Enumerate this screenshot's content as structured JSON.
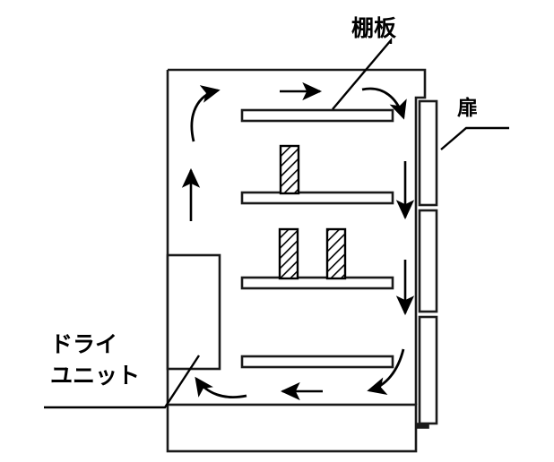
{
  "diagram": {
    "title": "Dry cabinet air-circulation cross-section diagram",
    "background_color": "#ffffff",
    "line_color": "#1a1a1a",
    "shelf_fill": "#ffffff",
    "hatch_color": "#000000",
    "labels": {
      "shelf_board": "棚板",
      "door": "扉",
      "dry_unit_line1": "ドライ",
      "dry_unit_line2": "ユニット"
    },
    "parts": {
      "cabinet_body": "cabinet-body",
      "cabinet_base": "cabinet-base",
      "dry_unit_box": "dry-unit-box",
      "shelves_count": "4",
      "door_panels_count": "3",
      "hatched_items_count": "3"
    },
    "airflow": {
      "top_straight_right": "air moves right along top",
      "left_vertical_up": "air rises on left side",
      "right_vertical_down_upper": "air descends on right upper",
      "right_vertical_down_lower": "air descends on right lower",
      "bottom_straight_left": "air moves left along bottom",
      "curve_top_left": "curved flow turning right at top-left",
      "curve_top_right": "curved flow turning down at top-right",
      "curve_bottom_right": "curved flow turning left at bottom-right",
      "curve_bottom_left": "curved flow turning up into dry unit"
    }
  }
}
